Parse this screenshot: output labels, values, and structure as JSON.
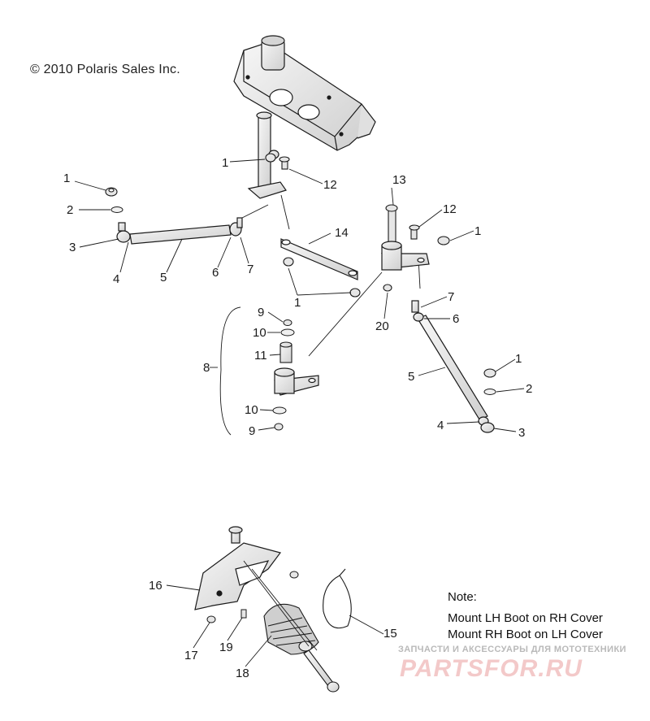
{
  "copyright": "© 2010 Polaris Sales Inc.",
  "callouts": {
    "c1a": "1",
    "c12a": "12",
    "c1b": "1",
    "c2a": "2",
    "c3a": "3",
    "c4a": "4",
    "c5a": "5",
    "c6a": "6",
    "c7a": "7",
    "c14": "14",
    "c1c": "1",
    "c13": "13",
    "c12b": "12",
    "c1d": "1",
    "c9a": "9",
    "c10a": "10",
    "c11": "11",
    "c8": "8",
    "c10b": "10",
    "c9b": "9",
    "c20": "20",
    "c7b": "7",
    "c6b": "6",
    "c5b": "5",
    "c1e": "1",
    "c2b": "2",
    "c4b": "4",
    "c3b": "3",
    "c16": "16",
    "c17": "17",
    "c19": "19",
    "c18": "18",
    "c15": "15"
  },
  "note": {
    "heading": "Note:",
    "line1": "Mount LH Boot on RH Cover",
    "line2": "Mount RH Boot on LH Cover"
  },
  "watermark": {
    "tagline": "ЗАПЧАСТИ И АКСЕССУАРЫ ДЛЯ МОТОТЕХНИКИ",
    "logo": "PARTSFOR.RU"
  },
  "colors": {
    "line": "#1a1a1a",
    "part_fill": "#ececec",
    "watermark_text": "#b9b9b9",
    "watermark_logo": "#f3c9c9"
  }
}
